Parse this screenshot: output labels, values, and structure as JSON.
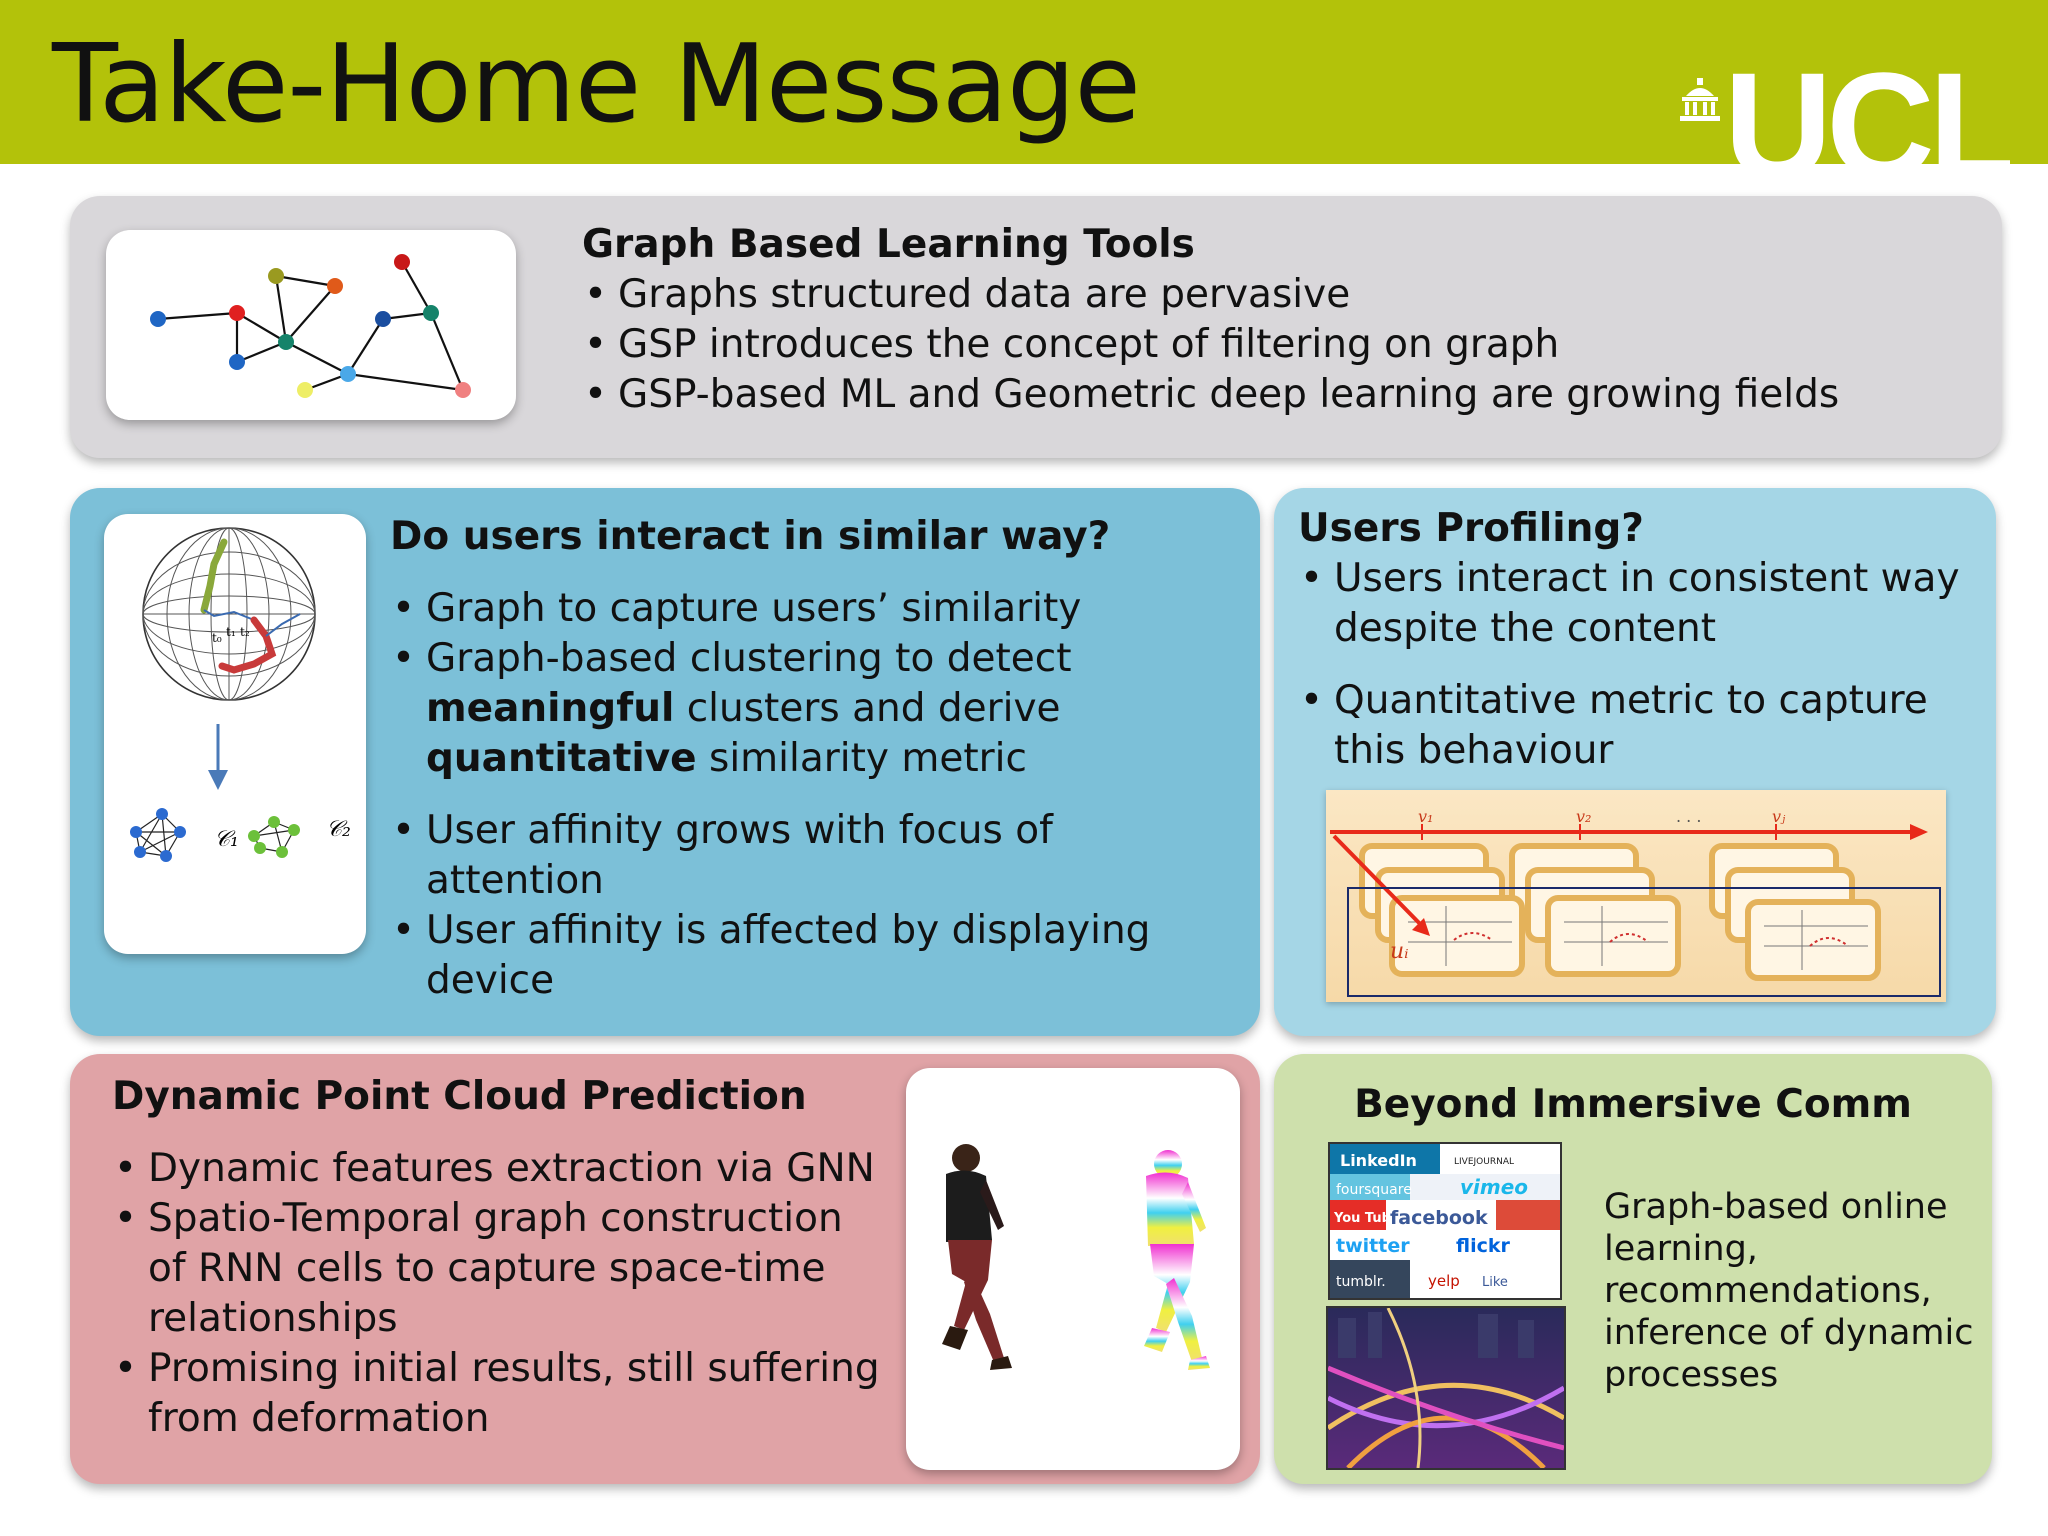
{
  "header": {
    "title": "Take-Home Message",
    "logo_text": "UCL"
  },
  "graph_tools": {
    "title": "Graph Based Learning Tools",
    "bullets": [
      "Graphs structured data are pervasive",
      "GSP introduces the concept of filtering on graph",
      "GSP-based ML and Geometric deep learning are growing fields"
    ]
  },
  "users_interact": {
    "title": "Do users interact in similar way?",
    "b1": "Graph to capture users’ similarity",
    "b2_pre": "Graph-based clustering to detect",
    "b2_bold1": "meaningful",
    "b2_mid": " clusters and derive",
    "b2_bold2": "quantitative",
    "b2_post": " similarity metric",
    "b3": "User affinity grows with focus of attention",
    "b4": "User affinity is affected by displaying device",
    "figure": {
      "t0": "t₀",
      "t1": "t₁",
      "t2": "t₂",
      "c1": "𝒞₁",
      "c2": "𝒞₂"
    }
  },
  "profiling": {
    "title": "Users Profiling?",
    "bullets": [
      "Users interact in consistent way despite the content",
      "Quantitative metric to capture this behaviour"
    ],
    "figure": {
      "v1": "v₁",
      "v2": "v₂",
      "dots": ". . .",
      "vj": "vⱼ",
      "ui": "uᵢ"
    }
  },
  "point_cloud": {
    "title": "Dynamic Point Cloud Prediction",
    "bullets": [
      "Dynamic features extraction via GNN",
      "Spatio-Temporal graph construction of RNN cells to capture space-time relationships",
      "Promising initial results, still suffering from deformation"
    ]
  },
  "beyond": {
    "title": "Beyond Immersive Comm",
    "text": "Graph-based online learning, recommendations, inference of dynamic processes",
    "collage_words": [
      "LinkedIn",
      "foursquare",
      "You Tube",
      "facebook",
      "vimeo",
      "twitter",
      "flickr",
      "tumblr.",
      "yelp",
      "LIVEJOURNAL",
      "Like"
    ]
  },
  "colors": {
    "header": "#b3c20a",
    "panel_graph": "#d9d7da",
    "panel_users": "#7cc0d8",
    "panel_profile": "#a5d6e6",
    "panel_cloud": "#e0a3a6",
    "panel_beyond": "#cee0ac"
  }
}
